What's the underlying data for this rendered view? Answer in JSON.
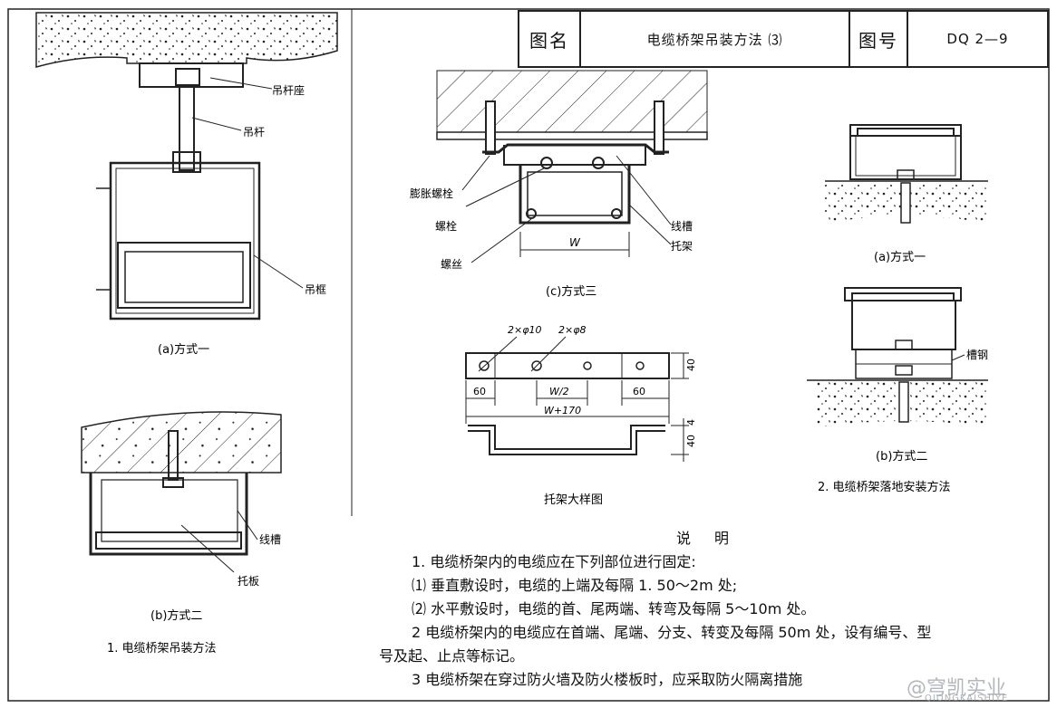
{
  "title_block": {
    "name_label": "图名",
    "name_value": "电缆桥架吊装方法 ⑶",
    "number_label": "图号",
    "number_value": "DQ 2—9"
  },
  "fig_a_left": {
    "label_rod_seat": "吊杆座",
    "label_rod": "吊杆",
    "label_frame": "吊框",
    "caption": "(a)方式一"
  },
  "fig_b_left": {
    "label_trough": "线槽",
    "label_tray": "托板",
    "caption": "(b)方式二"
  },
  "left_section_caption": "1. 电缆桥架吊装方法",
  "fig_c": {
    "label_expansion_bolt": "膨胀螺栓",
    "label_bolt": "螺栓",
    "label_thread": "螺丝",
    "label_trough": "线槽",
    "label_bracket": "托架",
    "dim_w": "W",
    "caption": "(c)方式三"
  },
  "bracket_detail": {
    "hole1": "2×φ10",
    "hole2": "2×φ8",
    "dim_40a": "40",
    "dim_60a": "60",
    "dim_w2": "W/2",
    "dim_60b": "60",
    "dim_total": "W+170",
    "dim_40b": "40",
    "dim_4": "4",
    "caption": "托架大样图"
  },
  "right_fig_a": {
    "caption": "(a)方式一"
  },
  "right_fig_b": {
    "label_channel": "槽钢",
    "caption": "(b)方式二"
  },
  "right_section_caption": "2. 电缆桥架落地安装方法",
  "notes": {
    "heading": "说明",
    "line1": "1. 电缆桥架内的电缆应在下列部位进行固定:",
    "line2": "⑴  垂直敷设时，电缆的上端及每隔 1. 50～2m 处;",
    "line3": "⑵  水平敷设时，电缆的首、尾两端、转弯及每隔 5～10m 处。",
    "line4": "2  电缆桥架内的电缆应在首端、尾端、分支、转变及每隔 50m 处，设有编号、型",
    "line5": "号及起、止点等标记。",
    "line6": "3  电缆桥架在穿过防火墙及防火楼板时，应采取防火隔离措施"
  },
  "watermark": {
    "text": "@穹凯实业",
    "sub": "QIONGKAISHIYE"
  }
}
